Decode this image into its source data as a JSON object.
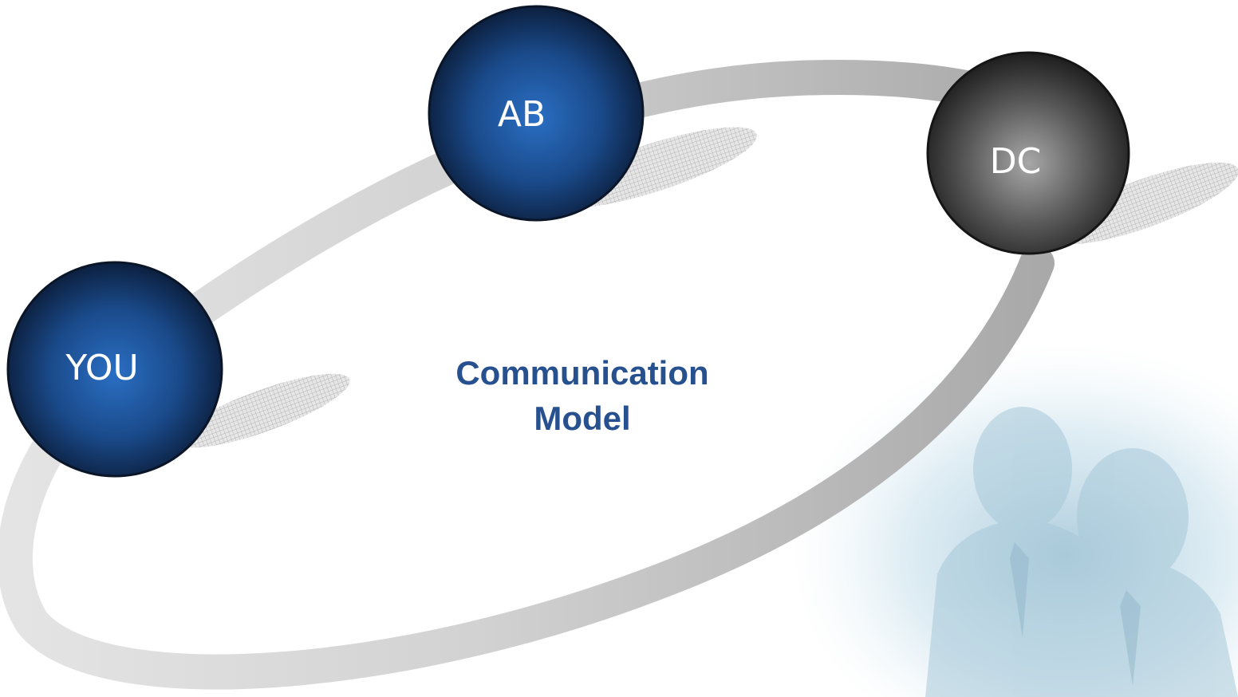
{
  "diagram": {
    "title_lines": [
      "Communication",
      "Model"
    ],
    "nodes": [
      {
        "id": "you",
        "label": "YOU",
        "style": "blue"
      },
      {
        "id": "ab",
        "label": "AB",
        "style": "blue"
      },
      {
        "id": "dc",
        "label": "DC",
        "style": "gray"
      }
    ]
  },
  "colors": {
    "title": "#27508f",
    "blue_node_center": "#2a6fc4",
    "blue_node_edge": "#0a1a35",
    "gray_node_center": "#a8a8a8",
    "gray_node_edge": "#1e1e1e",
    "ring": "#bfbfbf",
    "shadow_hatch": "#c9c9c9",
    "photo_tint": "#c7e0ec"
  }
}
